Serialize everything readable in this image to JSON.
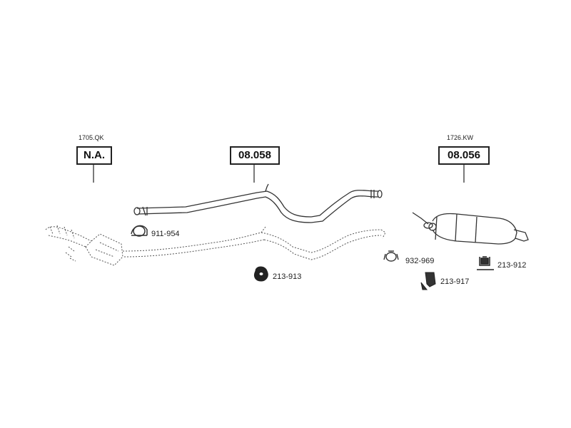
{
  "groups": [
    {
      "code": "1705.QK",
      "ref": "N.A."
    },
    {
      "code": "",
      "ref": "08.058"
    },
    {
      "code": "1726.KW",
      "ref": "08.056"
    }
  ],
  "parts": [
    {
      "number": "911-954",
      "icon": "clamp-icon"
    },
    {
      "number": "213-913",
      "icon": "rubber-ring-hanger-icon"
    },
    {
      "number": "932-969",
      "icon": "pipe-clamp-icon"
    },
    {
      "number": "213-917",
      "icon": "mounting-bracket-icon"
    },
    {
      "number": "213-912",
      "icon": "rubber-mount-icon"
    }
  ],
  "colors": {
    "line": "#333333",
    "box_border": "#222222",
    "text": "#222222"
  }
}
